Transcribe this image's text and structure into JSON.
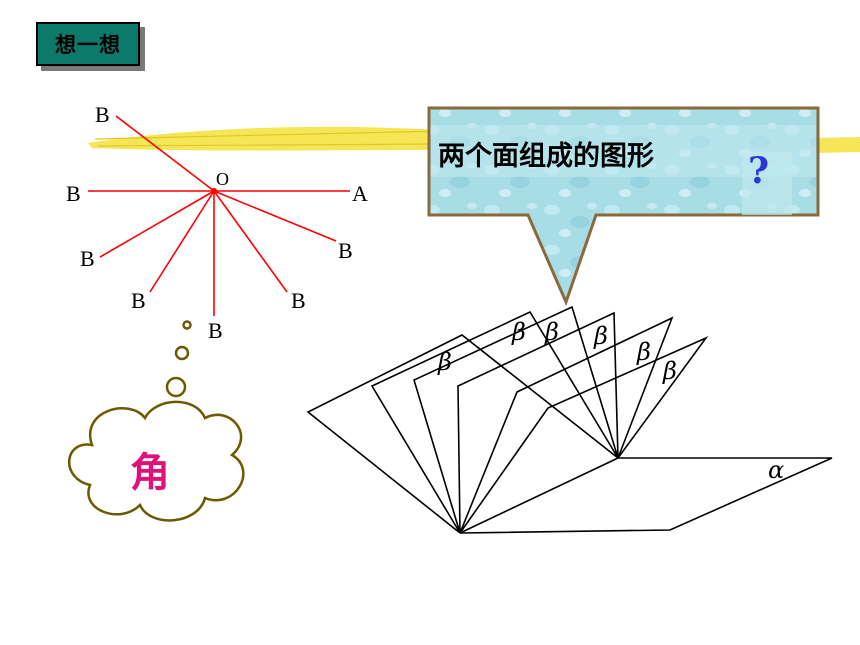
{
  "title": "想一想",
  "callout": {
    "text": "两个面组成的图形",
    "question_mark": "?"
  },
  "ray_figure": {
    "center_label": "O",
    "fixed_label": "A",
    "moving_label": "B",
    "ray_color": "#ff0000"
  },
  "thought_bubble": {
    "text": "角",
    "text_color": "#e0127a",
    "outline_color": "#6b5a00"
  },
  "dihedral_figure": {
    "base_plane_label": "α",
    "rotating_plane_label": "β"
  },
  "colors": {
    "title_bg": "#0b7a6a",
    "callout_bg": "#a8dde6",
    "callout_border": "#8a6a3a",
    "highlight_stroke": "#f2e23a"
  }
}
